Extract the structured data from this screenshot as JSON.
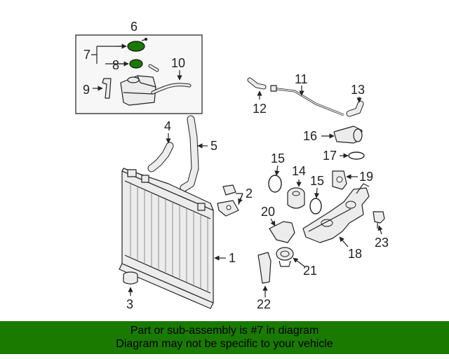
{
  "callouts": {
    "c1": "1",
    "c2": "2",
    "c3": "3",
    "c4": "4",
    "c5": "5",
    "c6": "6",
    "c7": "7",
    "c8": "8",
    "c9": "9",
    "c10": "10",
    "c11": "11",
    "c12": "12",
    "c13": "13",
    "c14": "14",
    "c15a": "15",
    "c15b": "15",
    "c16": "16",
    "c17": "17",
    "c18": "18",
    "c19": "19",
    "c20": "20",
    "c21": "21",
    "c22": "22",
    "c23": "23"
  },
  "highlight_color": "#1a7a00",
  "footer": {
    "line1": "Part or sub-assembly is #7 in diagram",
    "line2": "Diagram may not be specific to your vehicle"
  }
}
